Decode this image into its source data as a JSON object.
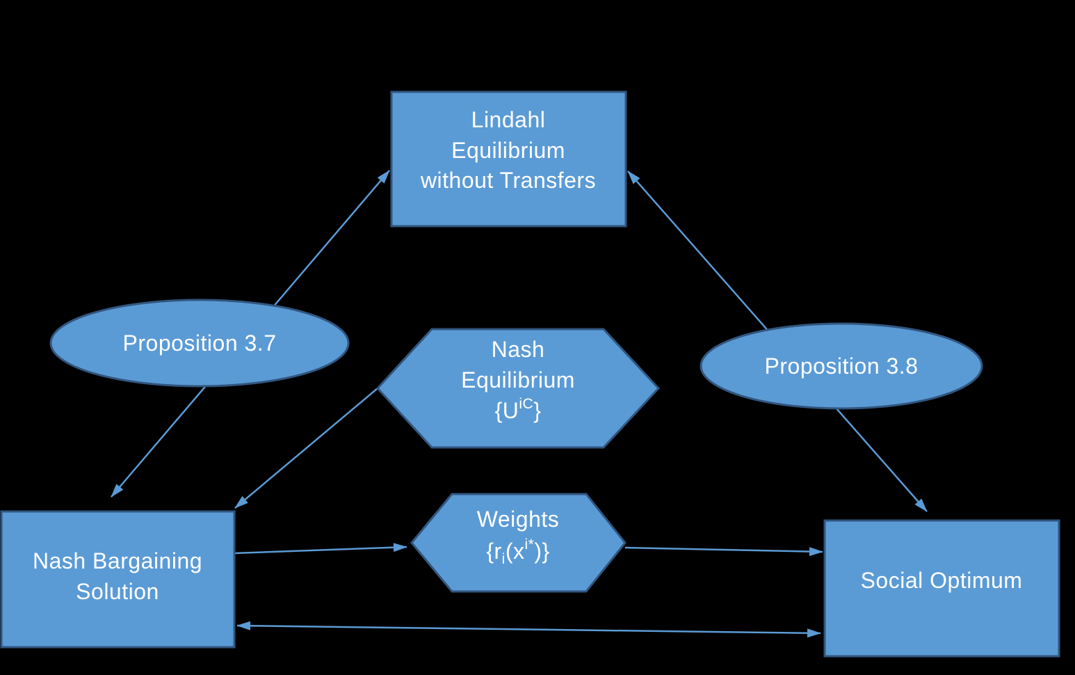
{
  "title": "Equilibrium relationships diagram",
  "colors": {
    "background": "#000000",
    "shape_fill": "#5B9BD5",
    "shape_border": "#31567F",
    "arrow": "#5B9BD5",
    "text": "#FFFFFF"
  },
  "nodes": {
    "lindahl": {
      "shape": "rectangle",
      "lines": [
        "Lindahl",
        "Equilibrium",
        "without Transfers"
      ]
    },
    "prop37": {
      "shape": "ellipse",
      "label": "Proposition 3.7"
    },
    "nash_equilibrium": {
      "shape": "hexagon",
      "lines": [
        "Nash",
        "Equilibrium"
      ],
      "formula": {
        "pre": "{U",
        "sup": "iC",
        "post": "}"
      }
    },
    "prop38": {
      "shape": "ellipse",
      "label": "Proposition 3.8"
    },
    "nash_bargaining": {
      "shape": "rectangle",
      "lines": [
        "Nash Bargaining",
        "Solution"
      ]
    },
    "weights": {
      "shape": "hexagon",
      "lines": [
        "Weights"
      ],
      "formula": {
        "pre": "{r",
        "sub": "i",
        "mid": "(x",
        "sup": "i*",
        "post": ")}"
      }
    },
    "social_optimum": {
      "shape": "rectangle",
      "label": "Social Optimum"
    }
  },
  "edges": [
    {
      "id": "lindahl-nash-bargaining",
      "from": "Nash Bargaining Solution",
      "to": "Lindahl Equilibrium without Transfers",
      "via": "Proposition 3.7",
      "arrowheads": "both"
    },
    {
      "id": "lindahl-social-optimum",
      "from": "Social Optimum",
      "to": "Lindahl Equilibrium without Transfers",
      "via": "Proposition 3.8",
      "arrowheads": "both"
    },
    {
      "id": "nash-equilibrium-to-nash-bargaining",
      "from": "Nash Equilibrium {UiC}",
      "to": "Nash Bargaining Solution",
      "arrowheads": "end"
    },
    {
      "id": "nash-bargaining-to-weights",
      "from": "Nash Bargaining Solution",
      "to": "Weights {ri(xi*)}",
      "arrowheads": "end"
    },
    {
      "id": "weights-to-social-optimum",
      "from": "Weights {ri(xi*)}",
      "to": "Social Optimum",
      "arrowheads": "end"
    },
    {
      "id": "nash-bargaining-social-optimum",
      "from": "Nash Bargaining Solution",
      "to": "Social Optimum",
      "arrowheads": "both"
    }
  ]
}
